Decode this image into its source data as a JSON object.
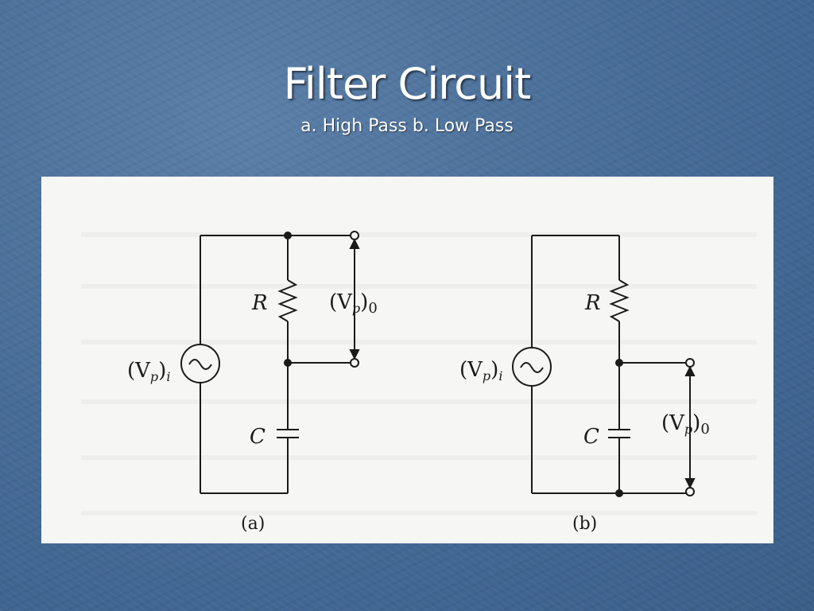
{
  "slide": {
    "title": "Filter Circuit",
    "subtitle": "a. High Pass b. Low Pass"
  },
  "diagram_a": {
    "source_label": "(V",
    "source_sub": "p",
    "source_close": ")",
    "source_index": "i",
    "resistor_label": "R",
    "capacitor_label": "C",
    "output_label": "(V",
    "output_sub": "p",
    "output_close": ")",
    "output_index": "0",
    "caption": "(a)"
  },
  "diagram_b": {
    "source_label": "(V",
    "source_sub": "p",
    "source_close": ")",
    "source_index": "i",
    "resistor_label": "R",
    "capacitor_label": "C",
    "output_label": "(V",
    "output_sub": "p",
    "output_close": ")",
    "output_index": "0",
    "caption": "(b)"
  }
}
